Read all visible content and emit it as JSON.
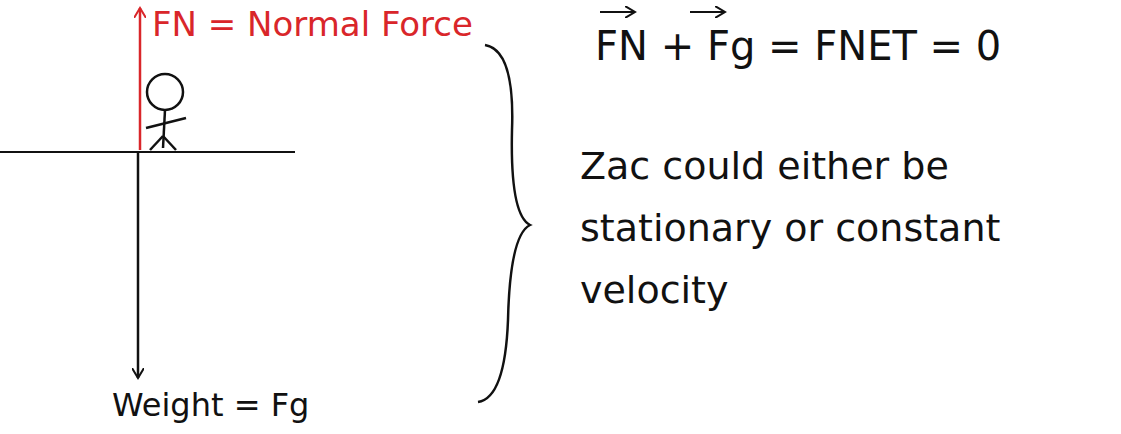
{
  "diagram": {
    "labels": [
      "FN = Normal Force",
      "Weight = Fg",
      "FN + Fg = FNET = 0",
      "Zac could either be stationary or constant velocity"
    ]
  }
}
